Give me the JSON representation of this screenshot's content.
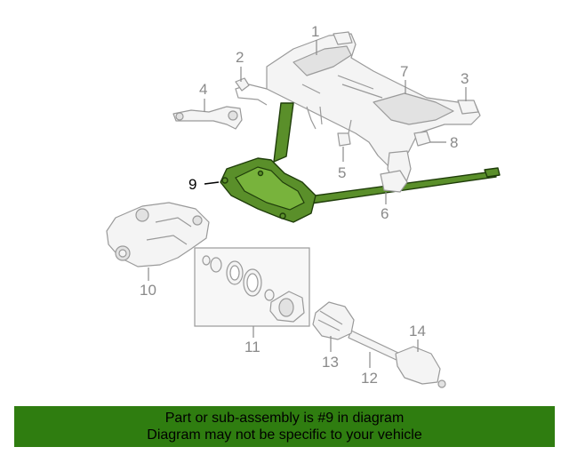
{
  "callouts": {
    "c1": "1",
    "c2": "2",
    "c3": "3",
    "c4": "4",
    "c5": "5",
    "c6": "6",
    "c7": "7",
    "c8": "8",
    "c9": "9",
    "c10": "10",
    "c11": "11",
    "c12": "12",
    "c13": "13",
    "c14": "14"
  },
  "banner": {
    "line1": "Part or sub-assembly is #9 in diagram",
    "line2": "Diagram may not be specific to your vehicle"
  },
  "colors": {
    "highlight": "#5a8f2a",
    "banner": "#2f7d10",
    "line_art": "#9a9a9a"
  }
}
